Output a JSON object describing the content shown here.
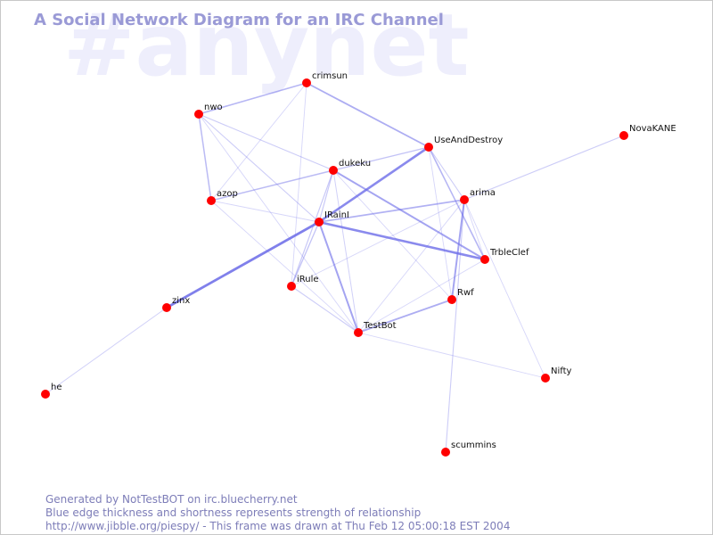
{
  "watermark": "#anynet",
  "title": "A Social Network Diagram for an IRC Channel",
  "colors": {
    "edge": "#6a6ae8",
    "node": "#ff0000",
    "title": "#9a9ad6",
    "watermark": "#eeeefc",
    "footer": "#7d7db8"
  },
  "nodes": [
    {
      "id": "crimsun",
      "label": "crimsun"
    },
    {
      "id": "nwo",
      "label": "nwo"
    },
    {
      "id": "UseAndDestroy",
      "label": "UseAndDestroy"
    },
    {
      "id": "NovaKANE",
      "label": "NovaKANE"
    },
    {
      "id": "dukeku",
      "label": "dukeku"
    },
    {
      "id": "azop",
      "label": "azop"
    },
    {
      "id": "arima",
      "label": "arima"
    },
    {
      "id": "IRainI",
      "label": "IRainI"
    },
    {
      "id": "TrbleClef",
      "label": "TrbleClef"
    },
    {
      "id": "iRule",
      "label": "iRule"
    },
    {
      "id": "Rwf",
      "label": "Rwf"
    },
    {
      "id": "zinx",
      "label": "zinx"
    },
    {
      "id": "TestBot",
      "label": "TestBot"
    },
    {
      "id": "Nifty",
      "label": "Nifty"
    },
    {
      "id": "he",
      "label": "he"
    },
    {
      "id": "scummins",
      "label": "scummins"
    }
  ],
  "edges": [
    {
      "source": "nwo",
      "target": "crimsun",
      "weight": 1.6
    },
    {
      "source": "crimsun",
      "target": "UseAndDestroy",
      "weight": 1.8
    },
    {
      "source": "crimsun",
      "target": "azop",
      "weight": 0.9
    },
    {
      "source": "crimsun",
      "target": "iRule",
      "weight": 0.9
    },
    {
      "source": "nwo",
      "target": "azop",
      "weight": 1.5
    },
    {
      "source": "nwo",
      "target": "dukeku",
      "weight": 1.1
    },
    {
      "source": "nwo",
      "target": "IRainI",
      "weight": 1.1
    },
    {
      "source": "nwo",
      "target": "TestBot",
      "weight": 0.9
    },
    {
      "source": "UseAndDestroy",
      "target": "dukeku",
      "weight": 1.3
    },
    {
      "source": "UseAndDestroy",
      "target": "IRainI",
      "weight": 2.6
    },
    {
      "source": "UseAndDestroy",
      "target": "arima",
      "weight": 1.1
    },
    {
      "source": "UseAndDestroy",
      "target": "TrbleClef",
      "weight": 1.6
    },
    {
      "source": "UseAndDestroy",
      "target": "Rwf",
      "weight": 0.9
    },
    {
      "source": "NovaKANE",
      "target": "arima",
      "weight": 1.1
    },
    {
      "source": "dukeku",
      "target": "azop",
      "weight": 1.5
    },
    {
      "source": "dukeku",
      "target": "TrbleClef",
      "weight": 2.0
    },
    {
      "source": "dukeku",
      "target": "IRainI",
      "weight": 1.2
    },
    {
      "source": "dukeku",
      "target": "iRule",
      "weight": 1.2
    },
    {
      "source": "dukeku",
      "target": "TestBot",
      "weight": 1.0
    },
    {
      "source": "dukeku",
      "target": "Rwf",
      "weight": 0.9
    },
    {
      "source": "azop",
      "target": "IRainI",
      "weight": 0.9
    },
    {
      "source": "azop",
      "target": "TestBot",
      "weight": 0.9
    },
    {
      "source": "IRainI",
      "target": "arima",
      "weight": 1.7
    },
    {
      "source": "IRainI",
      "target": "TrbleClef",
      "weight": 2.6
    },
    {
      "source": "IRainI",
      "target": "zinx",
      "weight": 2.8
    },
    {
      "source": "IRainI",
      "target": "iRule",
      "weight": 1.3
    },
    {
      "source": "IRainI",
      "target": "TestBot",
      "weight": 2.0
    },
    {
      "source": "arima",
      "target": "Rwf",
      "weight": 2.0
    },
    {
      "source": "arima",
      "target": "iRule",
      "weight": 0.9
    },
    {
      "source": "arima",
      "target": "TestBot",
      "weight": 0.9
    },
    {
      "source": "arima",
      "target": "TrbleClef",
      "weight": 0.9
    },
    {
      "source": "arima",
      "target": "Nifty",
      "weight": 0.9
    },
    {
      "source": "arima",
      "target": "scummins",
      "weight": 1.1
    },
    {
      "source": "TrbleClef",
      "target": "TestBot",
      "weight": 0.9
    },
    {
      "source": "iRule",
      "target": "TestBot",
      "weight": 1.1
    },
    {
      "source": "Rwf",
      "target": "TestBot",
      "weight": 1.8
    },
    {
      "source": "TestBot",
      "target": "Nifty",
      "weight": 0.9
    },
    {
      "source": "zinx",
      "target": "he",
      "weight": 1.0
    }
  ],
  "footer": {
    "line1": "Generated by NotTestBOT on irc.bluecherry.net",
    "line2": "Blue edge thickness and shortness represents strength of relationship",
    "line3": "http://www.jibble.org/piespy/ - This frame was drawn at Thu Feb 12 05:00:18 EST 2004"
  }
}
